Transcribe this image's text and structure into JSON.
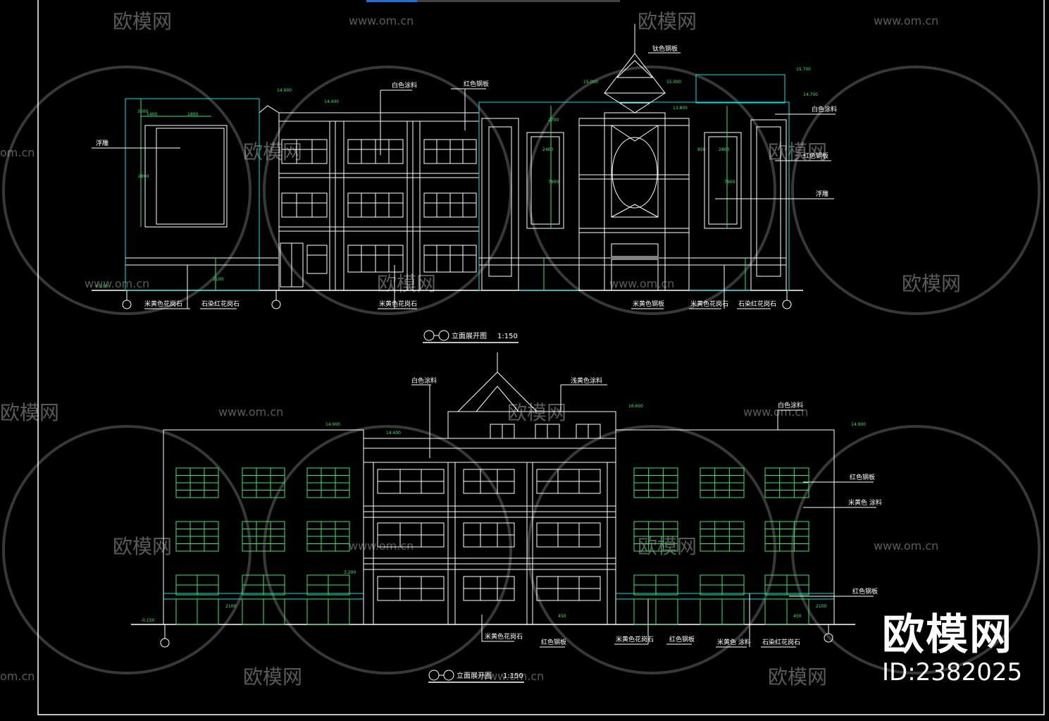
{
  "colors": {
    "background": "#000000",
    "line": "#ffffff",
    "cyan": "#00e5e5",
    "green": "#39e66b",
    "progress": "#1e6fd9"
  },
  "progress": {
    "fraction": 0.2
  },
  "upper": {
    "title": "立面展开图",
    "scale": "1:150",
    "labels": {
      "white_paint_1": "白色涂料",
      "red_tile_1": "红色钢板",
      "relief_1": "浮雕",
      "roof": "钛色钢板",
      "white_paint_2": "白色涂料",
      "red_tile_2": "红色钢板",
      "relief_2": "浮雕",
      "base_1": "米黄色花岗石",
      "base_2": "石染红花岗石",
      "base_3": "米黄色花岗石",
      "base_4": "米黄色钢板",
      "base_5": "米黄色花岗石",
      "base_6": "石染红花岗石"
    },
    "elevations": {
      "e1": "14.900",
      "e2": "14.400",
      "e3": "15.000",
      "e4": "15.000",
      "e5": "15.700",
      "e6": "14.700",
      "e7": "13.800",
      "ground": "-0.150"
    },
    "dims": {
      "d1": "1800",
      "d2": "1400",
      "d3": "2800",
      "d4": "3000",
      "d5": "2400",
      "d6": "2700",
      "d7": "7900",
      "d8": "850",
      "d9": "2800",
      "d10": "7900",
      "d11": "2100"
    }
  },
  "lower": {
    "title": "立面展开图",
    "scale": "1:150",
    "labels": {
      "white_paint_1": "白色涂料",
      "light_paint": "浅黄色涂料",
      "white_paint_2": "白色涂料",
      "red_tile_1": "红色钢板",
      "beige_paint": "米黄色 涂料",
      "red_tile_2": "红色钢板",
      "base_1": "米黄色花岗石",
      "base_2": "红色钢板",
      "base_3": "米黄色花岗石",
      "base_4": "红色钢板",
      "base_5": "米黄色 涂料",
      "base_6": "石染红花岗石"
    },
    "elevations": {
      "e1": "14.900",
      "e2": "14.400",
      "e3": "16.600",
      "e4": "14.900",
      "e5": "3.200",
      "ground": "-0.150"
    },
    "dims": {
      "d1": "2100",
      "d2": "450",
      "d3": "450",
      "d4": "2100"
    }
  },
  "watermark": {
    "brand": "欧模网",
    "url": "www.om.cn",
    "url_short": "om.cn",
    "id": "ID:2382025"
  }
}
